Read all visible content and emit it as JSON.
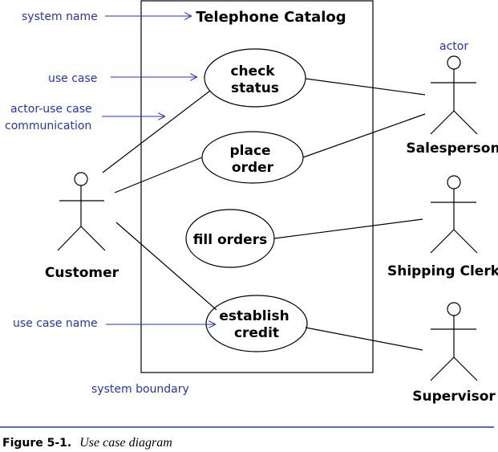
{
  "system": {
    "name": "Telephone Catalog"
  },
  "use_cases": {
    "check_status": [
      "check",
      "status"
    ],
    "place_order": [
      "place",
      "order"
    ],
    "fill_orders": [
      "fill orders"
    ],
    "establish_credit": [
      "establish",
      "credit"
    ]
  },
  "actors": {
    "customer": "Customer",
    "salesperson": "Salesperson",
    "shipping_clerk": "Shipping Clerk",
    "supervisor": "Supervisor"
  },
  "annotations": {
    "system_name": "system name",
    "use_case": "use case",
    "actor_comm_line1": "actor-use case",
    "actor_comm_line2": "communication",
    "actor": "actor",
    "use_case_name": "use case name",
    "system_boundary": "system boundary"
  },
  "caption": {
    "label": "Figure 5-1.",
    "title": "Use case diagram"
  },
  "colors": {
    "annotation": "#2233cc",
    "rule": "#2233cc",
    "ink": "#000000"
  }
}
